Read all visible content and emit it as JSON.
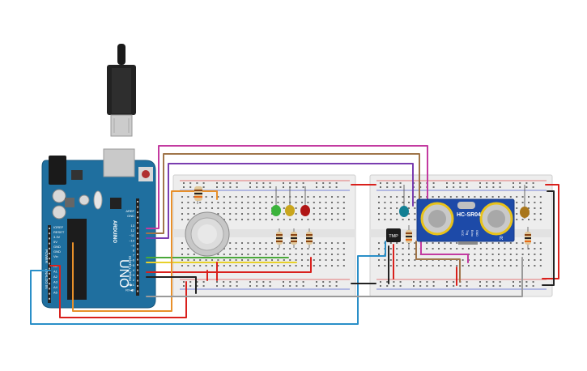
{
  "colors": {
    "background": "#ffffff",
    "arduino_board": "#1f6f9f",
    "breadboard": "#ededed",
    "wire_magenta": "#c33aa0",
    "wire_brown": "#a0754a",
    "wire_purple": "#7a3db0",
    "wire_green": "#4aa83a",
    "wire_yellow": "#e8d12a",
    "wire_red": "#d9201c",
    "wire_orange": "#e8902a",
    "wire_blue": "#2a8fc8",
    "wire_gray": "#9a9a9a",
    "wire_black": "#222222",
    "sensor_board": "#1d4aa8",
    "led_green": "#3bb33b",
    "led_yellow": "#c9a51c",
    "led_red": "#b01616",
    "led_teal": "#137f93",
    "led_amber": "#a8761c"
  },
  "icons": {
    "usb_cable": "usb-cable-icon",
    "power_jack": "dc-jack-icon",
    "reset_button": "reset-button-icon",
    "chip": "atmega-chip-icon"
  },
  "arduino": {
    "brand": "ARDUINO",
    "model": "UNO",
    "top_pins": [
      "AREF",
      "GND",
      "13",
      "12",
      "~11",
      "~10",
      "~9",
      "8",
      "7",
      "~6",
      "~5",
      "4",
      "~3",
      "2",
      "TX▶1",
      "RX◀0"
    ],
    "digital_label": "DIGITAL (PWM ~)",
    "left_pins": [
      "IOREF",
      "RESET",
      "3.3V",
      "5V",
      "GND",
      "GND",
      "Vin",
      "A0",
      "A1",
      "A2",
      "A3",
      "A4",
      "A5"
    ],
    "power_label": "POWER",
    "analog_label": "ANALOG IN"
  },
  "ultrasonic": {
    "label": "HC-SR04",
    "pins": [
      "VCC",
      "Trig",
      "Echo",
      "GND"
    ],
    "mark": "R"
  },
  "temp_sensor": {
    "label": "TMP"
  }
}
